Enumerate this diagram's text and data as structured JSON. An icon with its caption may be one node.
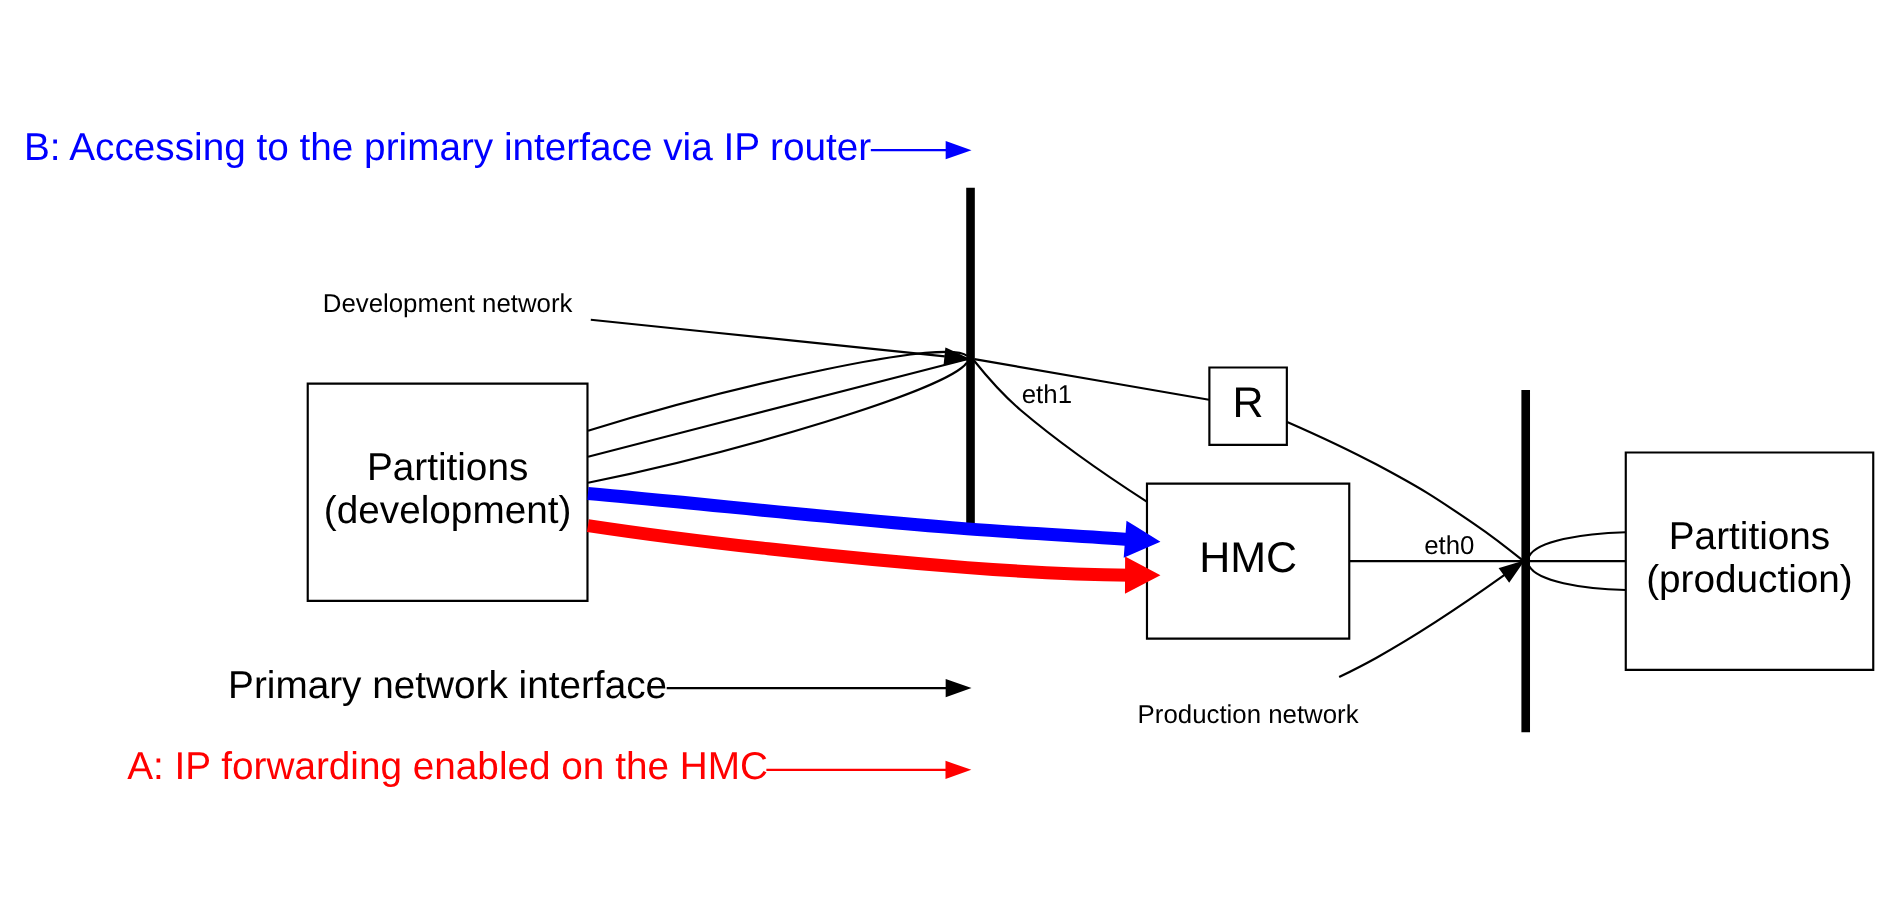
{
  "diagram": {
    "nodes": [
      {
        "text": [
          "A: IP forwarding enabled on the HMC"
        ]
      },
      {
        "text": [
          "Primary network interface"
        ]
      },
      {
        "text": [
          "Development network"
        ]
      },
      {
        "text": [
          "HMC"
        ]
      },
      {
        "text": [
          "Production network"
        ]
      },
      {
        "text": [],
        "shape": "bar"
      },
      {
        "text": [],
        "shape": "bar"
      },
      {
        "text": [
          "Partitions",
          "(development)"
        ]
      },
      {
        "text": [
          "Partitions",
          "(production)"
        ]
      },
      {
        "text": [
          "R"
        ]
      },
      {
        "text": [
          "B: Accessing to the primary interface via IP router"
        ]
      }
    ],
    "edges": [
      {
        "from": 0,
        "to": null,
        "arrow": "to",
        "color": "#ff0000"
      },
      {
        "from": 1,
        "to": null,
        "arrow": "to"
      },
      {
        "from": 2,
        "to": 5,
        "arrow": "to"
      },
      {
        "from": 4,
        "to": 6,
        "arrow": "to"
      },
      {
        "from": 5,
        "to": 3,
        "arrow": "none",
        "label": "eth1"
      },
      {
        "from": 3,
        "to": 6,
        "arrow": "none",
        "label": "eth0"
      },
      {
        "from": 7,
        "to": 5,
        "arrow": "none"
      },
      {
        "from": 7,
        "to": 5,
        "arrow": "none"
      },
      {
        "from": 7,
        "to": 5,
        "arrow": "none"
      },
      {
        "from": 6,
        "to": 8,
        "arrow": "none"
      },
      {
        "from": 6,
        "to": 8,
        "arrow": "none"
      },
      {
        "from": 6,
        "to": 8,
        "arrow": "none"
      },
      {
        "from": 5,
        "to": 9,
        "arrow": "none"
      },
      {
        "from": 9,
        "to": 6,
        "arrow": "none"
      },
      {
        "from": 7,
        "to": 3,
        "arrow": "to",
        "style": "thick",
        "color": "#ff0000"
      },
      {
        "from": 7,
        "to": 3,
        "arrow": "to",
        "style": "thick",
        "color": "#0000ff"
      },
      {
        "from": 10,
        "to": null,
        "arrow": "to",
        "color": "#0000ff"
      }
    ]
  }
}
